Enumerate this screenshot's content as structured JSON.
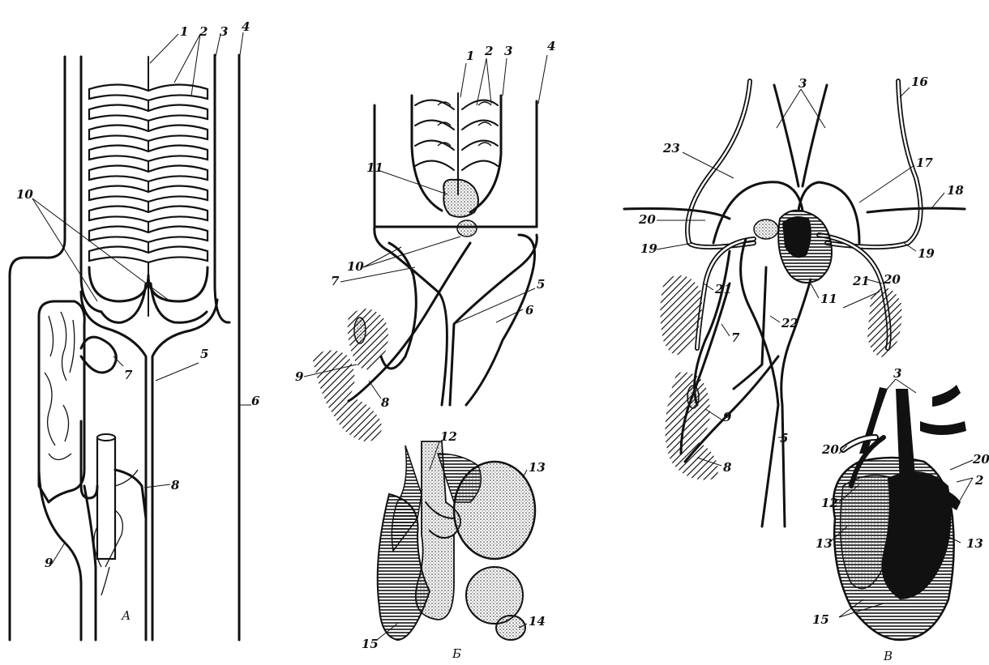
{
  "panel_labels": {
    "a": "А",
    "b": "Б",
    "v": "В"
  },
  "panel_a": {
    "labels": [
      "1",
      "2",
      "3",
      "4",
      "10",
      "7",
      "5",
      "6",
      "8",
      "9"
    ]
  },
  "panel_b": {
    "labels": [
      "1",
      "2",
      "3",
      "4",
      "11",
      "10",
      "7",
      "5",
      "6",
      "9",
      "8",
      "12",
      "13",
      "14",
      "15"
    ]
  },
  "panel_v": {
    "labels": [
      "3",
      "16",
      "23",
      "17",
      "18",
      "20",
      "19",
      "19",
      "21",
      "20",
      "21",
      "11",
      "22",
      "7",
      "9",
      "5",
      "8"
    ]
  },
  "heart_v": {
    "labels": [
      "3",
      "20",
      "20",
      "2",
      "12",
      "13",
      "13",
      "15"
    ]
  }
}
